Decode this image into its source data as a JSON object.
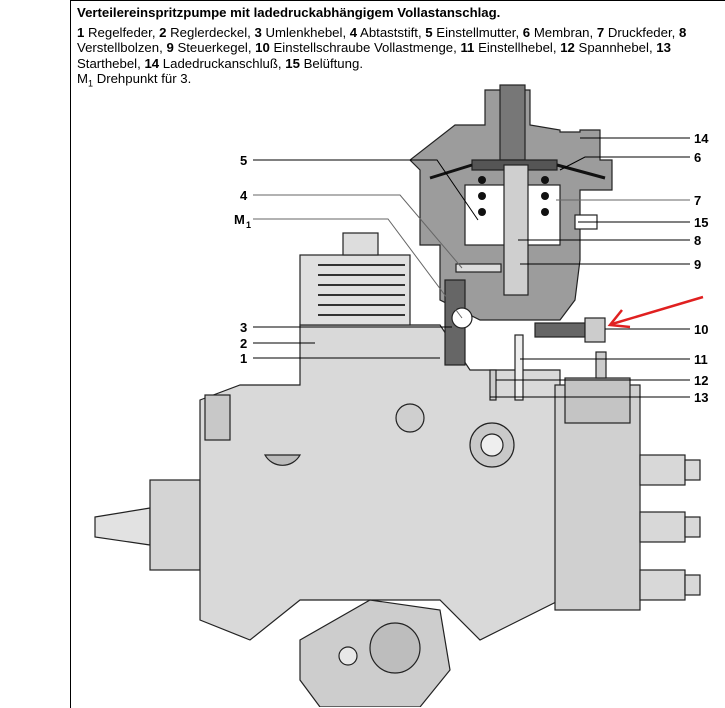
{
  "caption": {
    "title": "Verteilereinspritzpumpe mit ladedruckabhängigem Vollastanschlag.",
    "legend": [
      {
        "num": "1",
        "text": "Regelfeder"
      },
      {
        "num": "2",
        "text": "Reglerdeckel"
      },
      {
        "num": "3",
        "text": "Umlenkhebel"
      },
      {
        "num": "4",
        "text": "Abtaststift"
      },
      {
        "num": "5",
        "text": "Einstellmutter"
      },
      {
        "num": "6",
        "text": "Membran"
      },
      {
        "num": "7",
        "text": "Druckfeder"
      },
      {
        "num": "8",
        "text": "Verstellbolzen"
      },
      {
        "num": "9",
        "text": "Steuerkegel"
      },
      {
        "num": "10",
        "text": "Einstellschraube Vollastmenge"
      },
      {
        "num": "11",
        "text": "Einstellhebel"
      },
      {
        "num": "12",
        "text": "Spannhebel"
      },
      {
        "num": "13",
        "text": "Starthebel"
      },
      {
        "num": "14",
        "text": "Ladedruckanschluß"
      },
      {
        "num": "15",
        "text": "Belüftung"
      }
    ],
    "note_symbol": "M",
    "note_sub": "1",
    "note_text": "Drehpunkt für 3."
  },
  "diagram": {
    "labels_left": [
      "5",
      "4",
      "M",
      "3",
      "2",
      "1"
    ],
    "m1_sub": "1",
    "labels_right": [
      "14",
      "6",
      "7",
      "15",
      "8",
      "9",
      "10",
      "11",
      "12",
      "13"
    ],
    "arrow_color": "#e02020"
  }
}
